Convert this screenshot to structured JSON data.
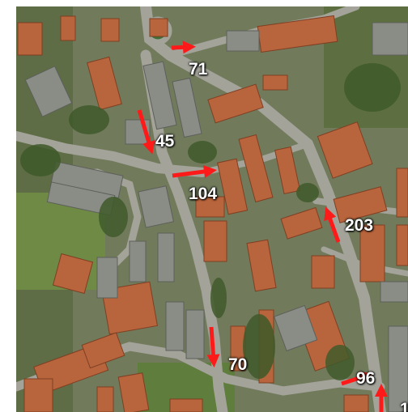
{
  "map": {
    "type": "aerial-photo",
    "arrow_color": "#ff1a1a",
    "labels": [
      {
        "id": "71",
        "text": "71"
      },
      {
        "id": "45",
        "text": "45"
      },
      {
        "id": "104",
        "text": "104"
      },
      {
        "id": "203",
        "text": "203"
      },
      {
        "id": "70",
        "text": "70"
      },
      {
        "id": "96",
        "text": "96"
      },
      {
        "id": "partial",
        "text": "1"
      }
    ]
  }
}
